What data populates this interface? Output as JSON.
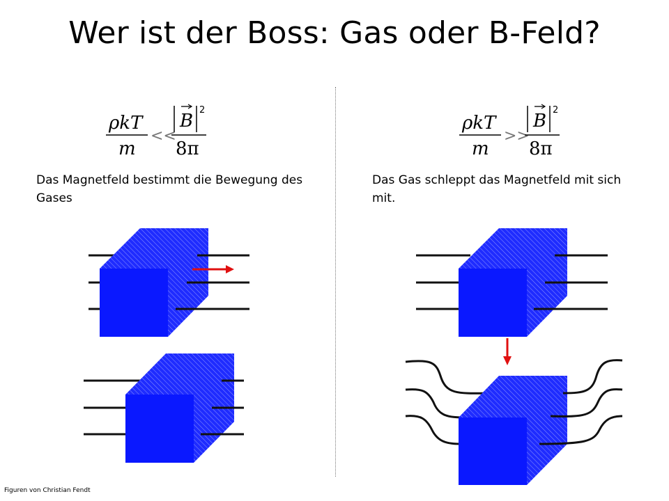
{
  "slide": {
    "title": "Wer ist der Boss: Gas oder B-Feld?",
    "left_caption": "Das Magnetfeld bestimmt die Bewegung des Gases",
    "right_caption": "Das Gas schleppt das Magnetfeld mit sich mit.",
    "credit": "Figuren von Christian Fendt"
  },
  "formula": {
    "numerator_left": "ρkT",
    "denominator_left": "m",
    "left_relation": "<<",
    "right_relation": ">>",
    "numerator_right": "B",
    "exponent": "2",
    "denominator_right": "8π"
  },
  "colors": {
    "cube_front": "#0a18ff",
    "cube_side": "#2a36ff",
    "field_line": "#111111",
    "arrow": "#e01010"
  }
}
